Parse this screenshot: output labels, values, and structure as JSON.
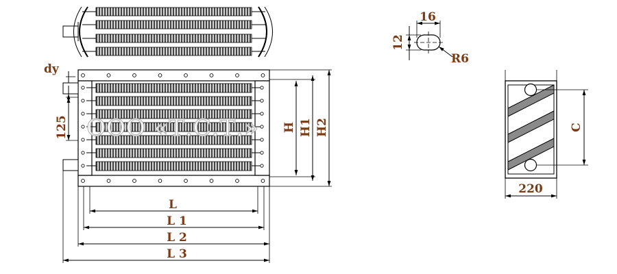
{
  "labels": {
    "dy": "dy",
    "d125": "125",
    "H": "H",
    "H1": "H1",
    "H2": "H2",
    "L": "L",
    "L1": "L 1",
    "L2": "L 2",
    "L3": "L 3",
    "slot_width": "16",
    "slot_height": "12",
    "slot_radius": "R6",
    "C": "C",
    "w220": "220"
  },
  "watermark": "ООО «Т.С.Т.»",
  "colors": {
    "label": "#7a3b14",
    "line": "#000000",
    "fin_dark": "#4a4a4a",
    "fin_light": "#cfcfcf",
    "plate_fill": "#8a8a8a",
    "watermark_stroke": "#b8b8b8"
  }
}
